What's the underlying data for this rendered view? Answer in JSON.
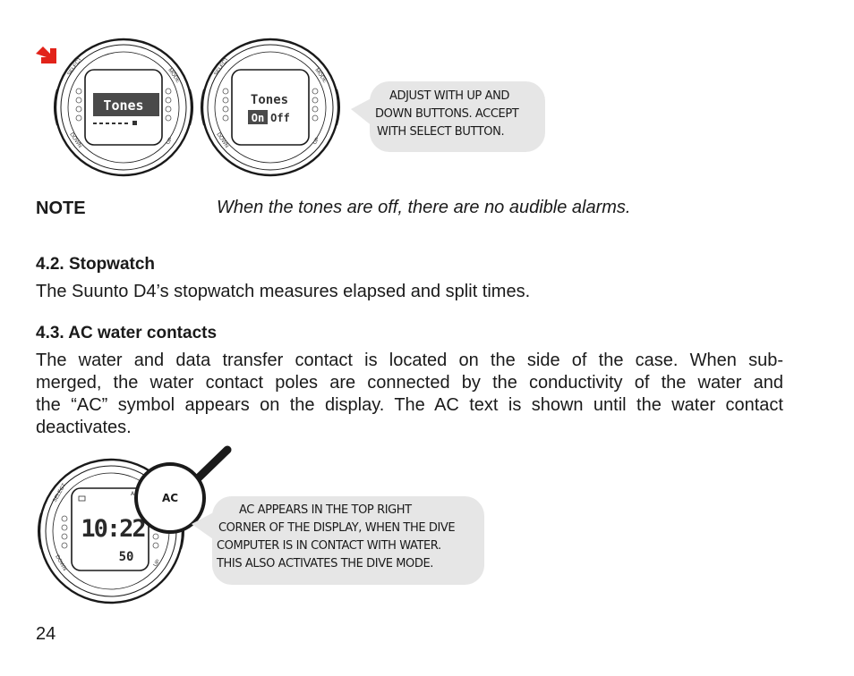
{
  "figure1": {
    "watch1": {
      "display_label": "Tones",
      "select_label": "SELECT",
      "mode_label": "MODE",
      "down_label": "DOWN",
      "up_label": "UP"
    },
    "watch2": {
      "display_title": "Tones",
      "option_selected": "On",
      "option_other": "Off",
      "select_label": "SELECT",
      "mode_label": "MODE",
      "down_label": "DOWN",
      "up_label": "UP"
    },
    "callout_lines": [
      "ADJUST WITH UP AND",
      "DOWN BUTTONS. ACCEPT",
      "WITH SELECT BUTTON."
    ],
    "arrow_color": "#e2231a"
  },
  "note": {
    "label": "NOTE",
    "text": "When the tones are off, there are no audible alarms."
  },
  "section_42": {
    "heading": "4.2. Stopwatch",
    "body": "The Suunto D4’s stopwatch measures elapsed and split times."
  },
  "section_43": {
    "heading": "4.3. AC water contacts",
    "body_lines": [
      "The water and data transfer contact is located on the side of the case. When sub-",
      "merged, the water contact poles are connected by the conductivity of the water and",
      "the “AC” symbol appears on the display. The AC text is shown until the water contact",
      "deactivates."
    ]
  },
  "figure2": {
    "time": "10:22",
    "depth": "50",
    "ac_small": "AC",
    "ac_magnified": "AC",
    "select_label": "SELECT",
    "down_label": "DOWN",
    "up_label": "UP",
    "callout_lines": [
      "AC APPEARS IN THE TOP RIGHT",
      "CORNER OF THE DISPLAY, WHEN THE DIVE",
      "COMPUTER IS IN CONTACT WITH WATER.",
      "THIS ALSO ACTIVATES THE DIVE MODE."
    ]
  },
  "page_number": "24"
}
